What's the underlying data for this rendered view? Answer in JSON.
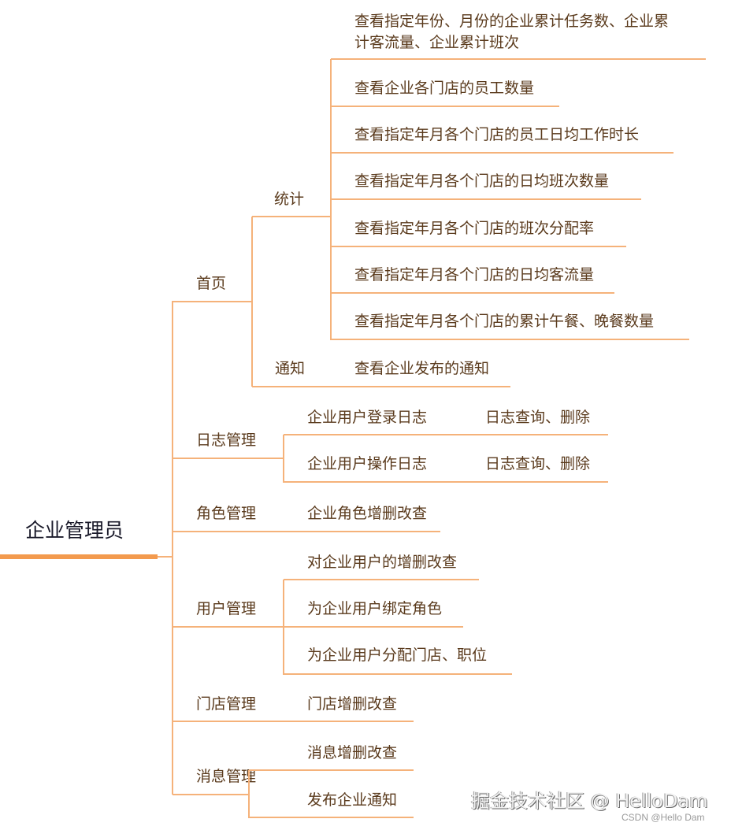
{
  "root": {
    "label": "企业管理员"
  },
  "branches": {
    "home": {
      "label": "首页",
      "stats": {
        "label": "统计",
        "items": [
          "查看指定年份、月份的企业累计任务数、企业累",
          "计客流量、企业累计班次",
          "查看企业各门店的员工数量",
          "查看指定年月各个门店的员工日均工作时长",
          "查看指定年月各个门店的日均班次数量",
          "查看指定年月各个门店的班次分配率",
          "查看指定年月各个门店的日均客流量",
          "查看指定年月各个门店的累计午餐、晚餐数量"
        ]
      },
      "notice": {
        "label": "通知",
        "item": "查看企业发布的通知"
      }
    },
    "log": {
      "label": "日志管理",
      "children": [
        {
          "label": "企业用户登录日志",
          "action": "日志查询、删除"
        },
        {
          "label": "企业用户操作日志",
          "action": "日志查询、删除"
        }
      ]
    },
    "role": {
      "label": "角色管理",
      "item": "企业角色增删改查"
    },
    "user": {
      "label": "用户管理",
      "items": [
        "对企业用户的增删改查",
        "为企业用户绑定角色",
        "为企业用户分配门店、职位"
      ]
    },
    "store": {
      "label": "门店管理",
      "item": "门店增删改查"
    },
    "message": {
      "label": "消息管理",
      "items": [
        "消息增删改查",
        "发布企业通知"
      ]
    }
  },
  "watermarks": {
    "juejin": "掘金技术社区 @ HelloDam",
    "csdn": "CSDN @Hello Dam"
  },
  "colors": {
    "line": "#f5b27a",
    "root_bar": "#f39a4e",
    "text": "#5a3a1c"
  }
}
